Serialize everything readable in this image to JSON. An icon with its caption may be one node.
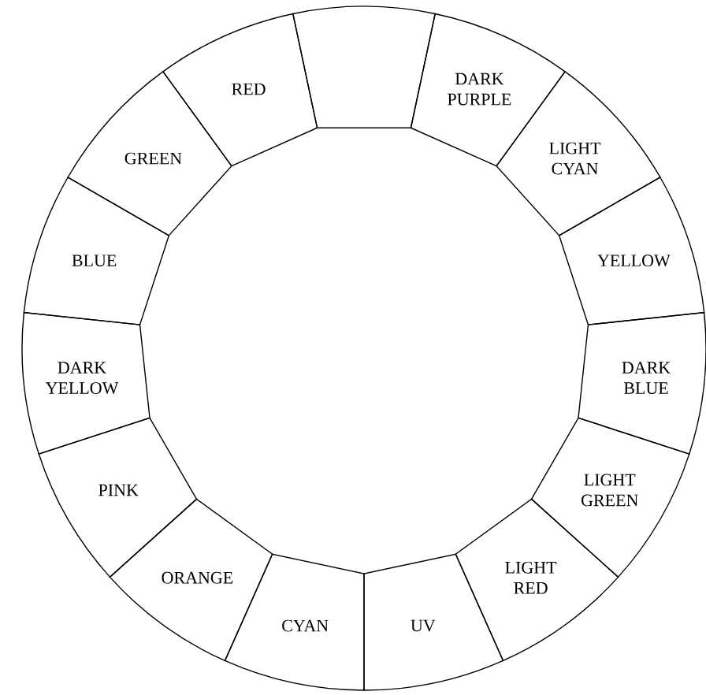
{
  "diagram": {
    "nodes": [
      {
        "text": [],
        "shape": "box"
      },
      {
        "text": [
          "DARK PURPLE"
        ]
      },
      {
        "text": [
          "LIGHT CYAN"
        ]
      },
      {
        "text": [
          "YELLOW"
        ]
      },
      {
        "text": [
          "DARK BLUE"
        ]
      },
      {
        "text": [
          "LIGHT GREEN"
        ]
      },
      {
        "text": [
          "LIGHT RED"
        ]
      },
      {
        "text": [
          "UV"
        ]
      },
      {
        "text": [
          "CYAN"
        ]
      },
      {
        "text": [
          "ORANGE"
        ]
      },
      {
        "text": [
          "PINK"
        ]
      },
      {
        "text": [
          "DARK YELLOW"
        ]
      },
      {
        "text": [
          "BLUE"
        ]
      },
      {
        "text": [
          "GREEN"
        ]
      },
      {
        "text": [
          "RED"
        ]
      }
    ]
  }
}
